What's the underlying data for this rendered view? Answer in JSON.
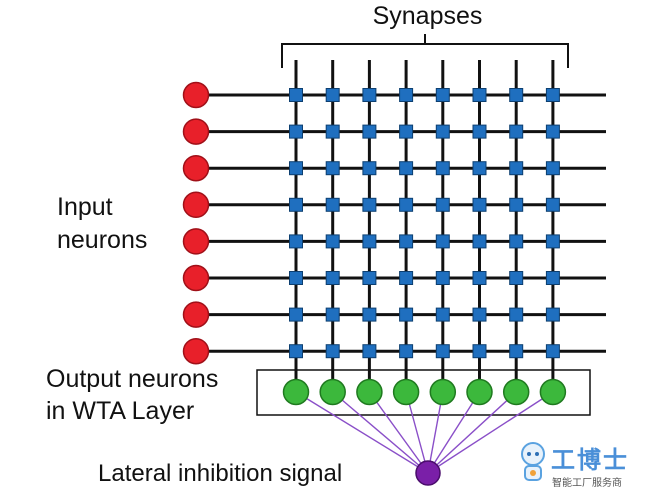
{
  "labels": {
    "synapses": "Synapses",
    "input_line1": "Input",
    "input_line2": "neurons",
    "output_line1": "Output neurons",
    "output_line2": "in WTA Layer",
    "lateral": "Lateral inhibition signal"
  },
  "network": {
    "input_neurons": 8,
    "output_neurons": 8,
    "colors": {
      "input_neuron": "#e8202a",
      "synapse": "#1f6fbf",
      "output_neuron": "#3cb83c",
      "inhibition_neuron": "#7a1fa8",
      "inhibition_line": "#8a4fc8",
      "wire": "#111111"
    }
  },
  "watermark": {
    "logo_icon": "robot-mascot-icon",
    "text": "工博士",
    "subtext": "智能工厂服务商"
  }
}
